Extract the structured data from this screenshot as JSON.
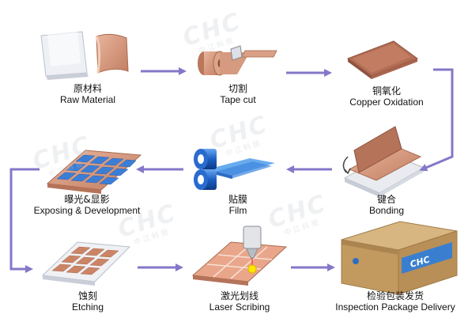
{
  "steps": [
    {
      "zh": "原材料",
      "en": "Raw Material"
    },
    {
      "zh": "切割",
      "en": "Tape cut"
    },
    {
      "zh": "铜氧化",
      "en": "Copper Oxidation"
    },
    {
      "zh": "键合",
      "en": "Bonding"
    },
    {
      "zh": "贴膜",
      "en": "Film"
    },
    {
      "zh": "曝光&显影",
      "en": "Exposing & Development"
    },
    {
      "zh": "蚀刻",
      "en": "Etching"
    },
    {
      "zh": "激光划线",
      "en": "Laser Scribing"
    },
    {
      "zh": "检验包装发货",
      "en": "Inspection Package Delivery"
    }
  ],
  "watermark": {
    "brand": "CHC",
    "sub": "中江科技"
  },
  "box_brand": "CHC",
  "colors": {
    "arrow": "#8577c8",
    "copper": "#d49a80",
    "blue": "#3a79cc",
    "box": "#c7a16a"
  }
}
